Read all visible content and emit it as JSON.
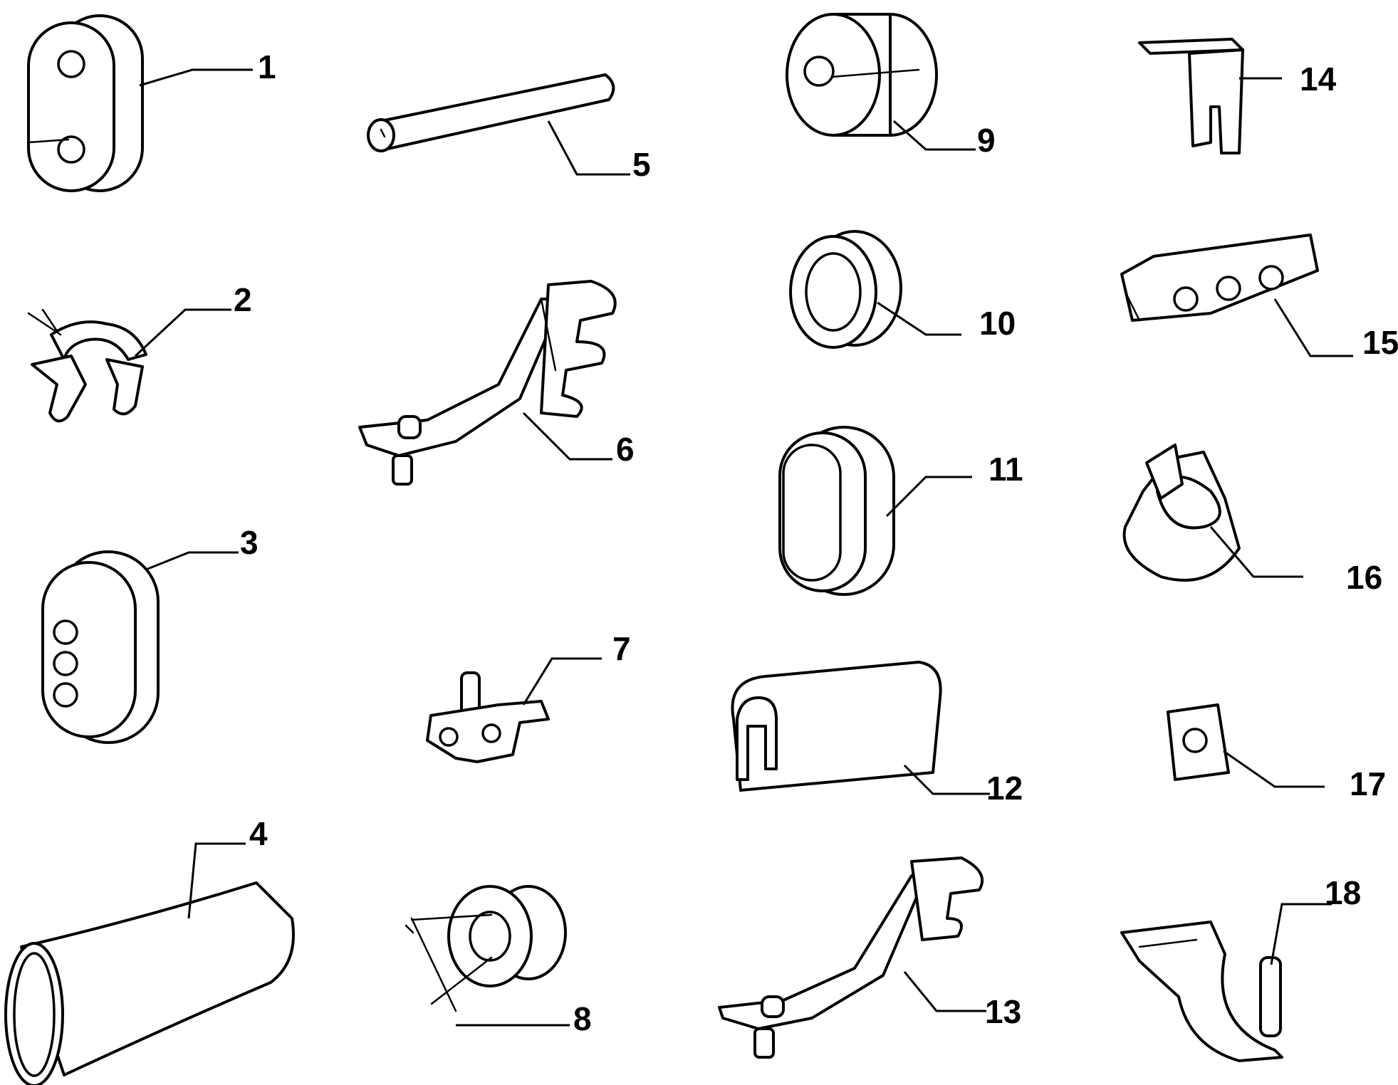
{
  "callouts": [
    "1",
    "2",
    "3",
    "4",
    "5",
    "6",
    "7",
    "8",
    "9",
    "10",
    "11",
    "12",
    "13",
    "14",
    "15",
    "16",
    "17",
    "18"
  ]
}
